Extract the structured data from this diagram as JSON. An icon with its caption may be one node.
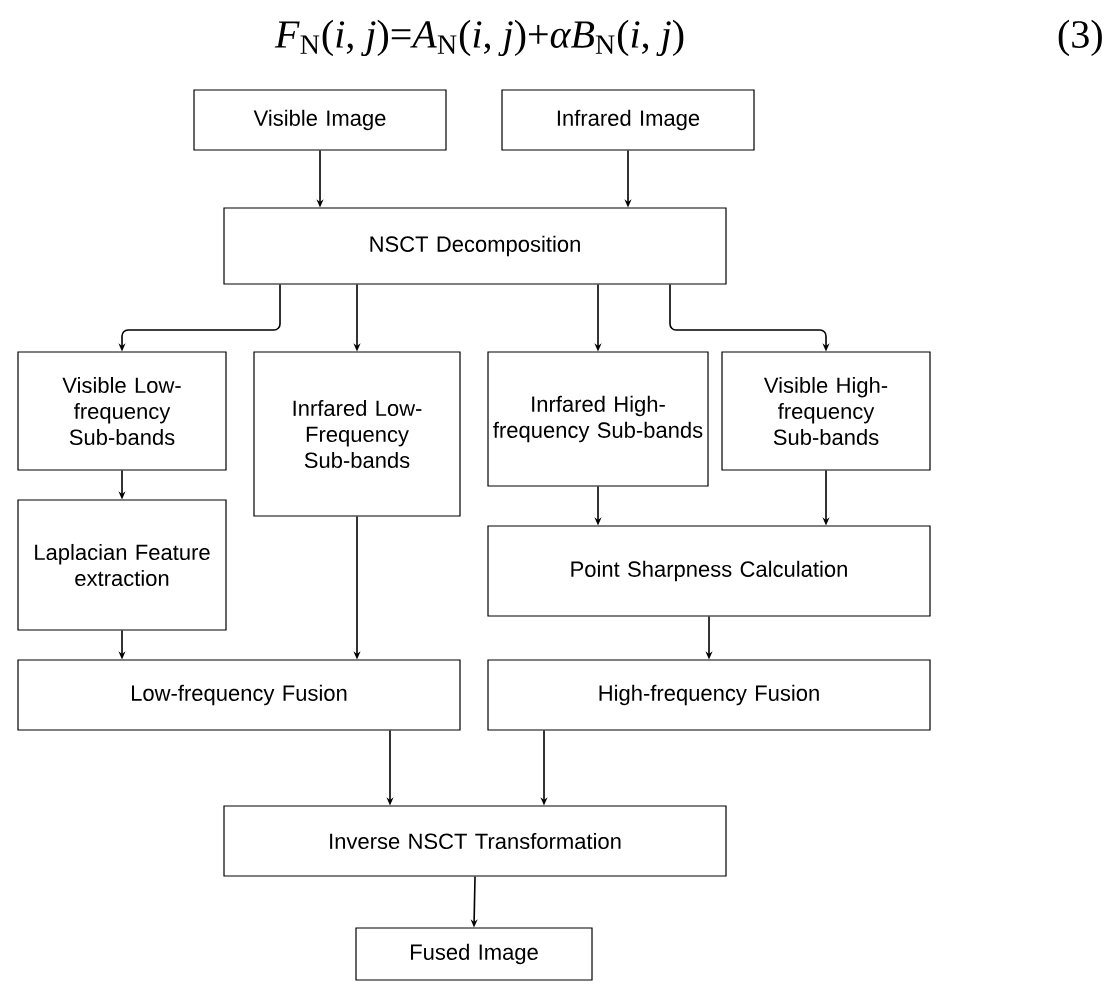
{
  "diagram": {
    "nodes": [
      {
        "text": [
          "Visible Image"
        ]
      },
      {
        "text": [
          "Infrared Image"
        ]
      },
      {
        "text": [
          "NSCT Decomposition"
        ]
      },
      {
        "text": [
          "Visible Low-frequency Sub-bands"
        ]
      },
      {
        "text": [
          "Inrfared Low-Frequency Sub-bands"
        ]
      },
      {
        "text": [
          "Inrfared High-frequency Sub-bands"
        ]
      },
      {
        "text": [
          "Visible High-frequency Sub-bands"
        ]
      },
      {
        "text": [
          "Laplacian Feature extraction"
        ]
      },
      {
        "text": [
          "Point Sharpness Calculation"
        ]
      },
      {
        "text": [
          "Low-frequency Fusion"
        ]
      },
      {
        "text": [
          "High-frequency Fusion"
        ]
      },
      {
        "text": [
          "Inverse NSCT Transformation"
        ]
      },
      {
        "text": [
          "Fused Image"
        ]
      }
    ],
    "edges": [
      {
        "from": 0,
        "to": 2,
        "arrow": "to"
      },
      {
        "from": 1,
        "to": 2,
        "arrow": "to"
      },
      {
        "from": 2,
        "to": 3,
        "arrow": "to"
      },
      {
        "from": 2,
        "to": 4,
        "arrow": "to"
      },
      {
        "from": 2,
        "to": 5,
        "arrow": "to"
      },
      {
        "from": 2,
        "to": 6,
        "arrow": "to"
      },
      {
        "from": 3,
        "to": 7,
        "arrow": "to"
      },
      {
        "from": 7,
        "to": 9,
        "arrow": "to"
      },
      {
        "from": 4,
        "to": 9,
        "arrow": "to"
      },
      {
        "from": 5,
        "to": 8,
        "arrow": "to"
      },
      {
        "from": 6,
        "to": 8,
        "arrow": "to"
      },
      {
        "from": 8,
        "to": 10,
        "arrow": "to"
      },
      {
        "from": 9,
        "to": 11,
        "arrow": "to"
      },
      {
        "from": 10,
        "to": 11,
        "arrow": "to"
      },
      {
        "from": 11,
        "to": 12,
        "arrow": "to"
      }
    ],
    "labels": [
      "*F*$_{N}$(*i*, *j*)=*A*$_{N}$(*i*, *j*)+*αB*$_{N}$(*i*, *j*)",
      "(3)"
    ]
  }
}
